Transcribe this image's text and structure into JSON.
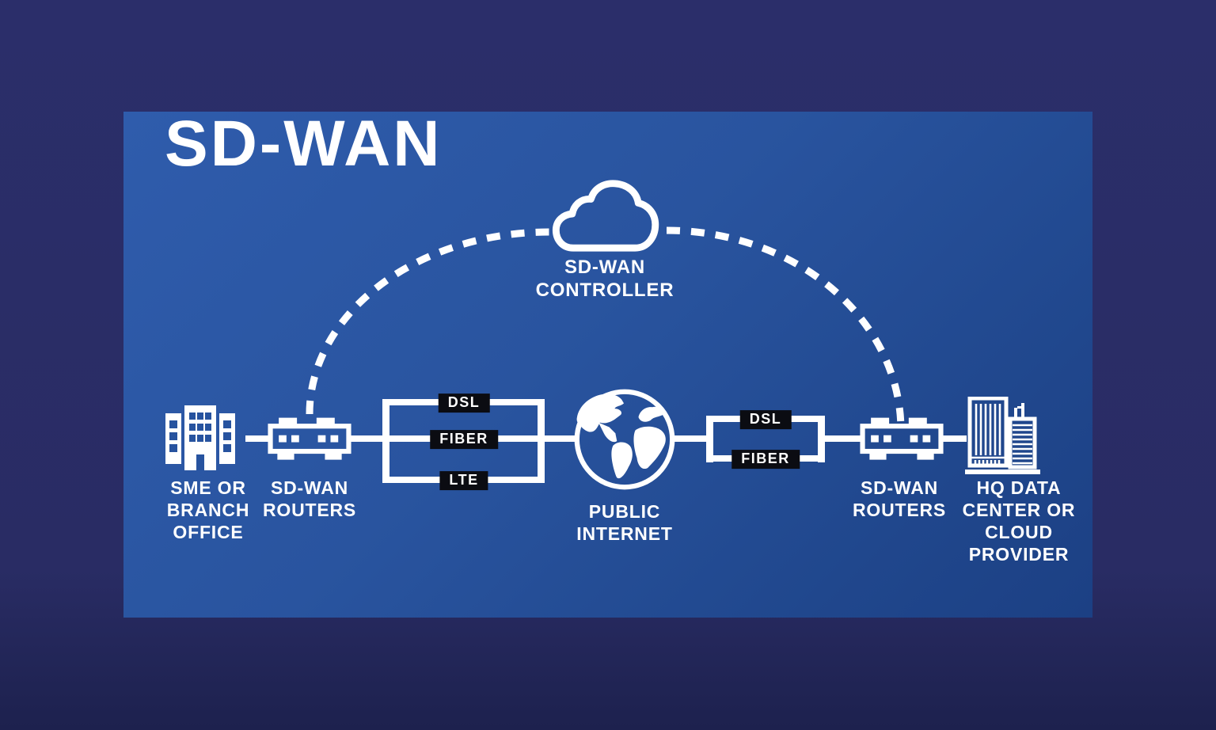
{
  "title": "SD-WAN",
  "controller": {
    "lines": [
      "SD-WAN",
      "CONTROLLER"
    ]
  },
  "nodes": {
    "branch_office": {
      "lines": [
        "SME OR",
        "BRANCH",
        "OFFICE"
      ]
    },
    "router_left": {
      "lines": [
        "SD-WAN",
        "ROUTERS"
      ]
    },
    "public_internet": {
      "lines": [
        "PUBLIC",
        "INTERNET"
      ]
    },
    "router_right": {
      "lines": [
        "SD-WAN",
        "ROUTERS"
      ]
    },
    "hq": {
      "lines": [
        "HQ DATA",
        "CENTER OR",
        "CLOUD",
        "PROVIDER"
      ]
    }
  },
  "links": {
    "left": [
      "DSL",
      "FIBER",
      "LTE"
    ],
    "right": [
      "DSL",
      "FIBER"
    ]
  },
  "colors": {
    "background_navy": "#292c64",
    "panel_blue": "#27539f",
    "link_label_bg": "#0b0c12",
    "diagram_white": "#ffffff"
  }
}
